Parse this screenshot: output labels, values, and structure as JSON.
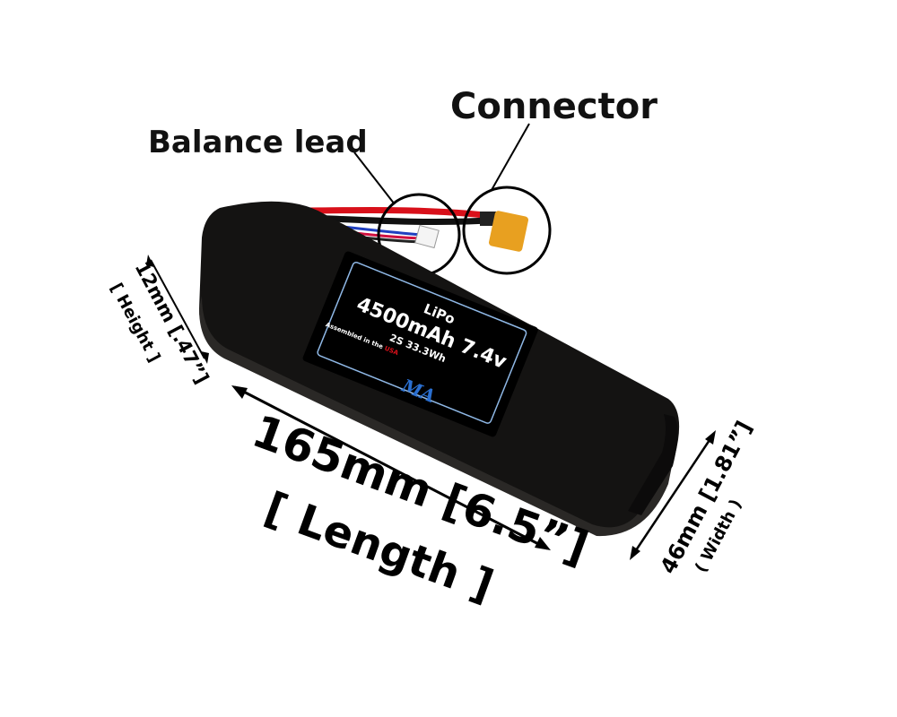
{
  "callouts": {
    "balance_lead": "Balance lead",
    "connector": "Connector"
  },
  "dimensions": {
    "height": {
      "value": "12mm [.47”]",
      "label": "[ Height ]"
    },
    "length": {
      "value": "165mm [6.5”]",
      "label": "[ Length ]"
    },
    "width": {
      "value": "46mm [1.81”]",
      "label": "( Width )"
    }
  },
  "battery_label": {
    "chemistry": "LiPo",
    "capacity_voltage": "4500mAh 7.4v",
    "config_energy": "2S 33.3Wh",
    "assembled": "Assembled in the ",
    "country": "USA",
    "logo": "MA"
  },
  "colors": {
    "body": "#1a1817",
    "label_border": "#8fb8e6",
    "logo_blue": "#2a6fd0",
    "connector_yellow": "#e8a020",
    "wire_red": "#d8101a"
  }
}
